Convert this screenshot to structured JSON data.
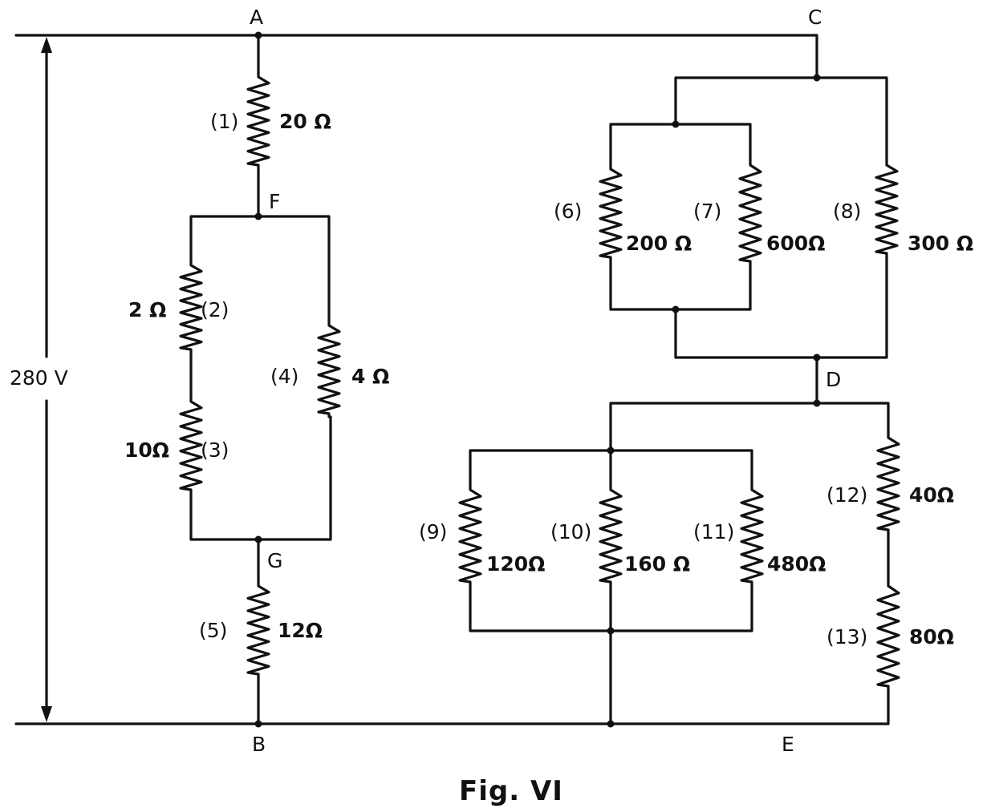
{
  "figure": {
    "caption": "Fig. VI"
  },
  "source": {
    "voltage_label": "280 V"
  },
  "nodes": {
    "A": "A",
    "B": "B",
    "C": "C",
    "D": "D",
    "E": "E",
    "F": "F",
    "G": "G"
  },
  "resistors": [
    {
      "id": "r1",
      "number": "(1)",
      "value": "20 Ω"
    },
    {
      "id": "r2",
      "number": "(2)",
      "value": "2 Ω"
    },
    {
      "id": "r3",
      "number": "(3)",
      "value": "10Ω"
    },
    {
      "id": "r4",
      "number": "(4)",
      "value": "4 Ω"
    },
    {
      "id": "r5",
      "number": "(5)",
      "value": "12Ω"
    },
    {
      "id": "r6",
      "number": "(6)",
      "value": "200 Ω"
    },
    {
      "id": "r7",
      "number": "(7)",
      "value": "600Ω"
    },
    {
      "id": "r8",
      "number": "(8)",
      "value": "300 Ω"
    },
    {
      "id": "r9",
      "number": "(9)",
      "value": "120Ω"
    },
    {
      "id": "r10",
      "number": "(10)",
      "value": "160 Ω"
    },
    {
      "id": "r11",
      "number": "(11)",
      "value": "480Ω"
    },
    {
      "id": "r12",
      "number": "(12)",
      "value": "40Ω"
    },
    {
      "id": "r13",
      "number": "(13)",
      "value": "80Ω"
    }
  ]
}
